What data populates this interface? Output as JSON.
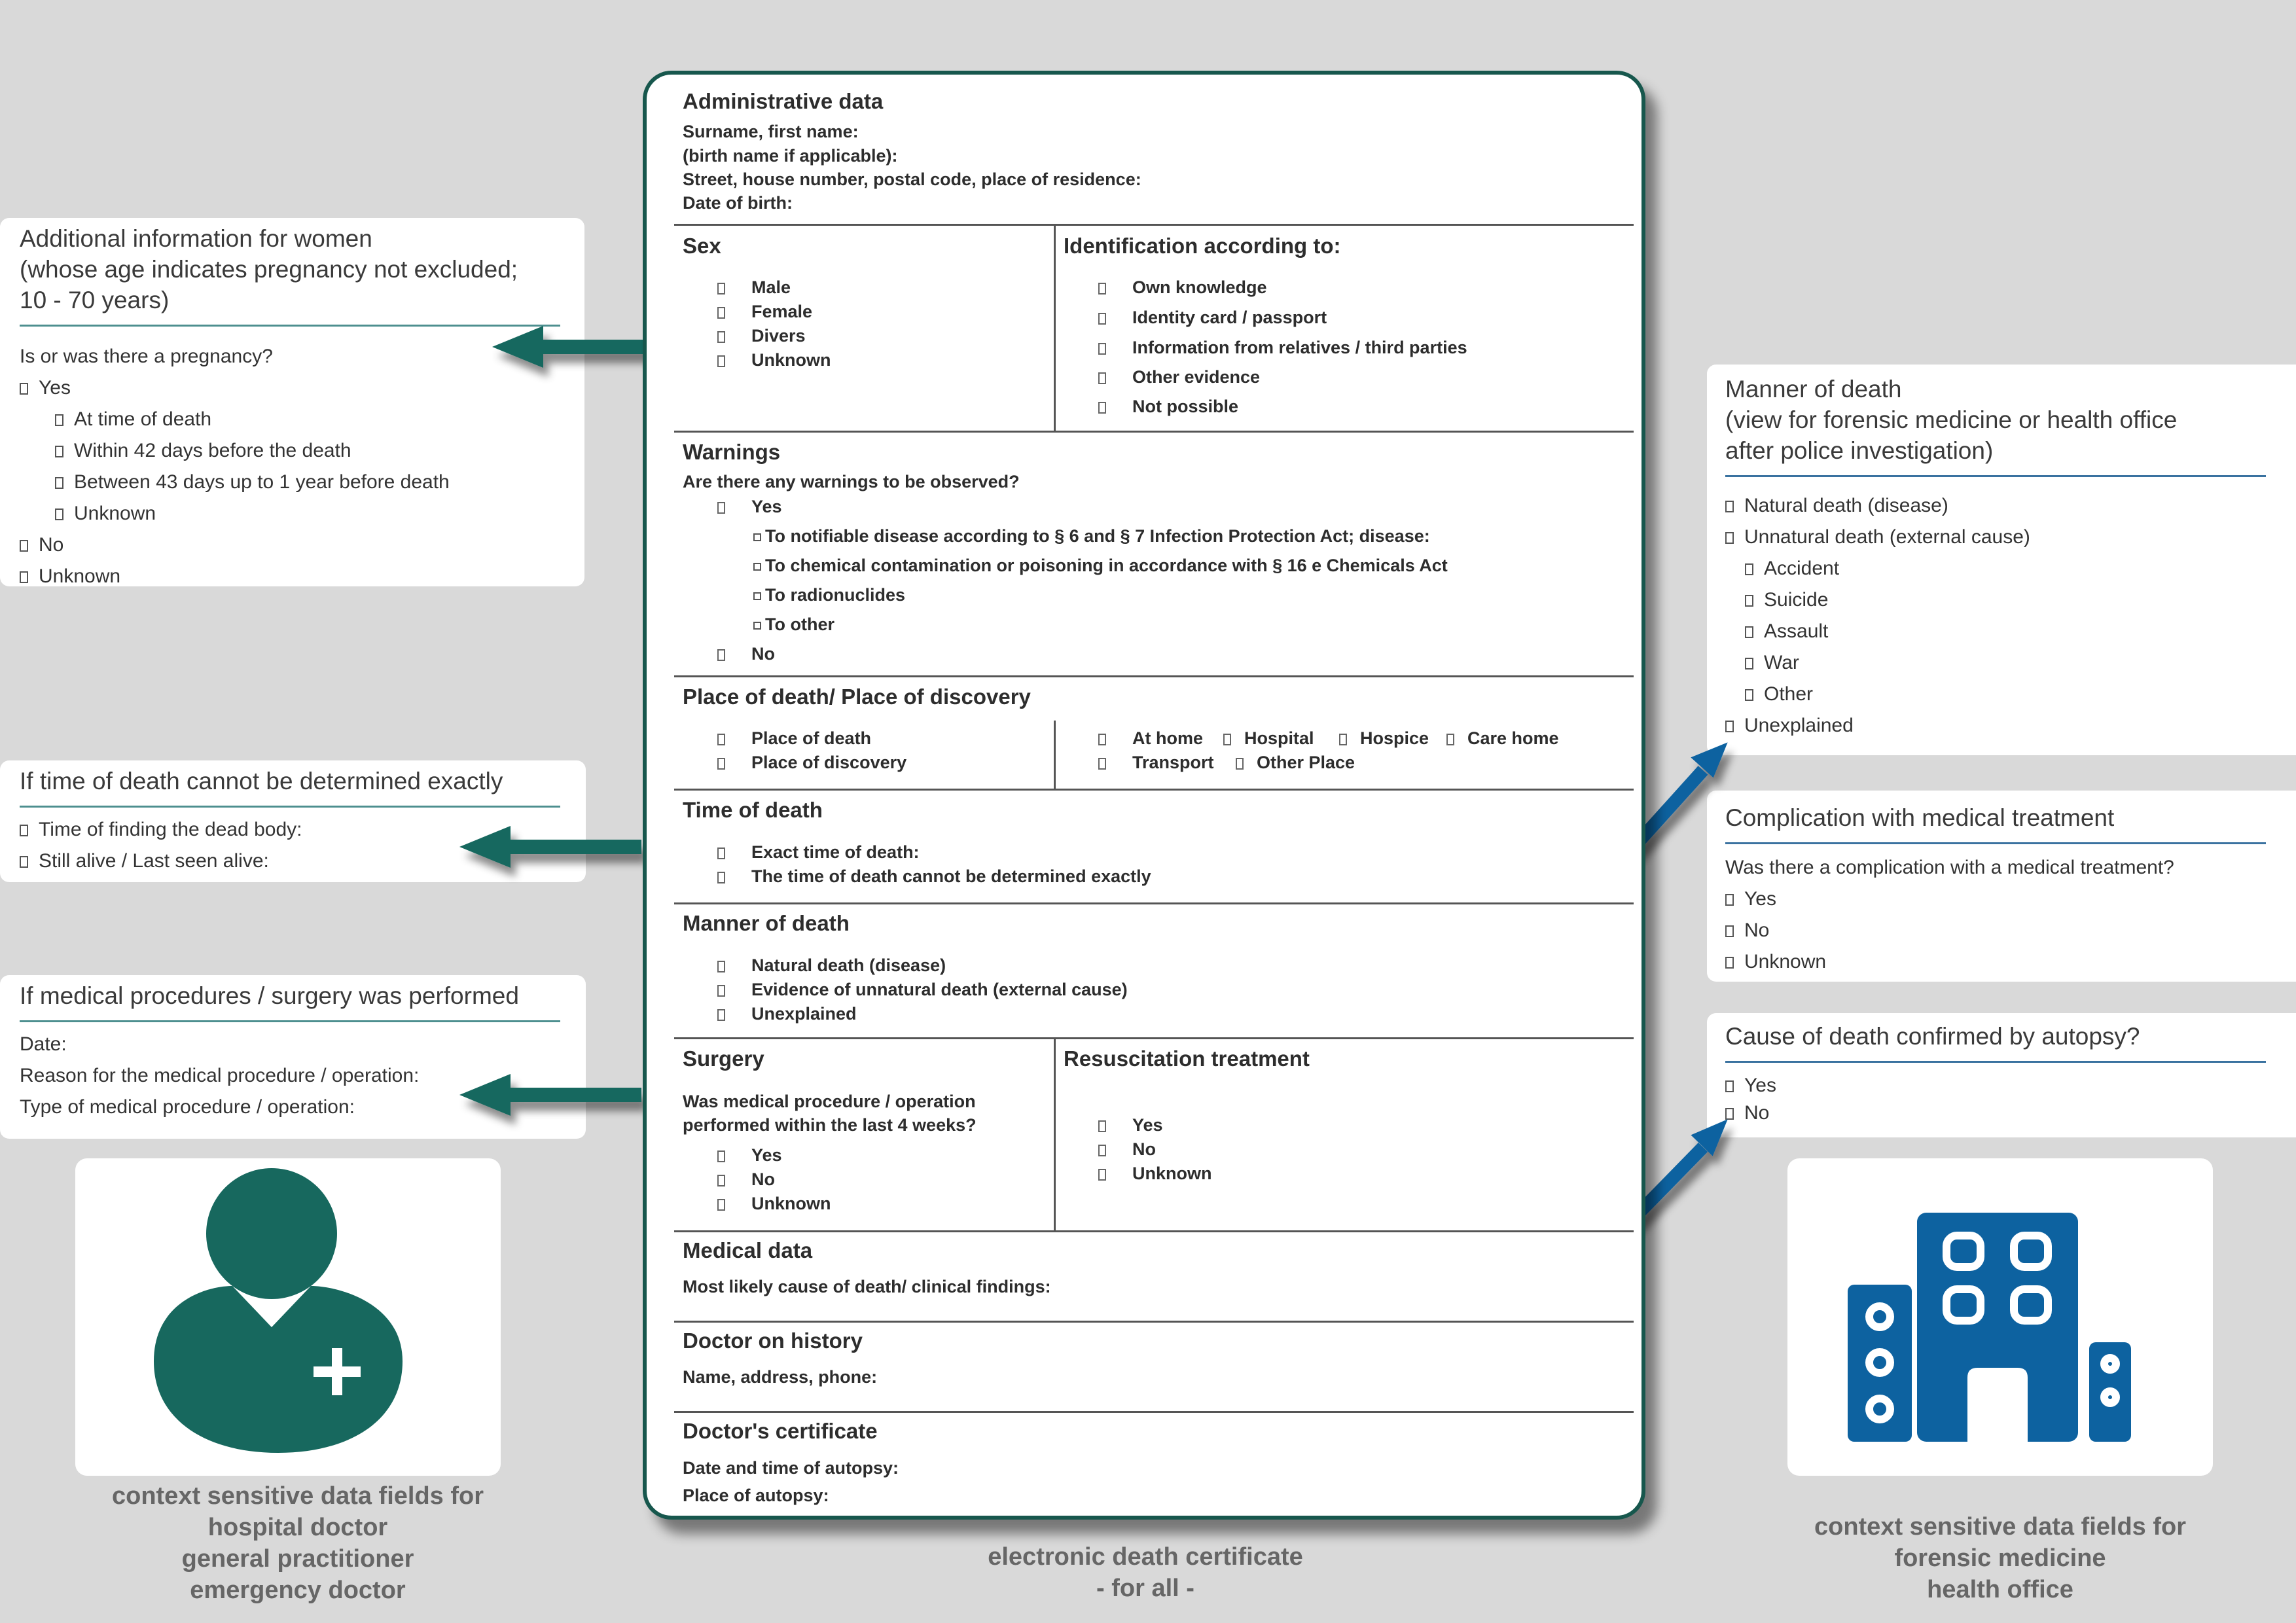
{
  "left_panels": {
    "women": {
      "title_lines": [
        "Additional information for women",
        "(whose age indicates pregnancy not excluded;",
        "10 - 70 years)"
      ],
      "question": "Is or was there a pregnancy?",
      "yes": "Yes",
      "sub": [
        "At time of death",
        "Within 42 days before the death",
        "Between 43 days up to 1 year before death",
        "Unknown"
      ],
      "no": "No",
      "unknown": "Unknown"
    },
    "time": {
      "title": "If time of death cannot be determined exactly",
      "items": [
        "Time of finding the dead body:",
        "Still alive / Last seen alive:"
      ]
    },
    "surgery": {
      "title": "If medical procedures / surgery was performed",
      "items": [
        "Date:",
        "Reason for the medical procedure / operation:",
        "Type of medical procedure / operation:"
      ]
    }
  },
  "right_panels": {
    "manner": {
      "title_lines": [
        "Manner of death",
        "(view for forensic medicine or health office",
        "after police investigation)"
      ],
      "natural": "Natural death (disease)",
      "unnatural": "Unnatural death (external cause)",
      "sub": [
        "Accident",
        "Suicide",
        "Assault",
        "War",
        "Other"
      ],
      "unexplained": "Unexplained"
    },
    "complication": {
      "title": "Complication with medical treatment",
      "question": "Was there a complication with a medical treatment?",
      "items": [
        "Yes",
        "No",
        "Unknown"
      ]
    },
    "autopsy": {
      "title": "Cause of death confirmed by autopsy?",
      "items": [
        "Yes",
        "No"
      ]
    }
  },
  "certificate": {
    "admin": {
      "title": "Administrative data",
      "lines": [
        "Surname, first name:",
        "(birth name if applicable):",
        "Street, house number, postal code, place of residence:",
        "Date of birth:"
      ]
    },
    "sex": {
      "title": "Sex",
      "items": [
        "Male",
        "Female",
        "Divers",
        "Unknown"
      ]
    },
    "identification": {
      "title": "Identification according to:",
      "items": [
        "Own knowledge",
        "Identity card / passport",
        "Information from relatives / third parties",
        "Other evidence",
        "Not possible"
      ]
    },
    "warnings": {
      "title": "Warnings",
      "question": "Are there any warnings to be observed?",
      "yes": "Yes",
      "sub": [
        "To notifiable disease according to § 6 and § 7 Infection Protection Act; disease:",
        "To chemical contamination or poisoning in accordance with § 16 e Chemicals Act",
        "To radionuclides",
        "To other"
      ],
      "no": "No"
    },
    "place": {
      "title": "Place of death/ Place of discovery",
      "left": [
        "Place of death",
        "Place of discovery"
      ],
      "row1": [
        "At home",
        "Hospital",
        "Hospice",
        "Care home"
      ],
      "row2": [
        "Transport",
        "Other Place"
      ]
    },
    "time": {
      "title": "Time of death",
      "items": [
        "Exact time of death:",
        "The time of death cannot be determined exactly"
      ]
    },
    "manner": {
      "title": "Manner of death",
      "items": [
        "Natural death (disease)",
        "Evidence of unnatural death (external cause)",
        "Unexplained"
      ]
    },
    "surgery": {
      "title": "Surgery",
      "question_lines": [
        "Was medical procedure / operation",
        "performed within the last 4 weeks?"
      ],
      "items": [
        "Yes",
        "No",
        "Unknown"
      ]
    },
    "resuscitation": {
      "title": "Resuscitation treatment",
      "items": [
        "Yes",
        "No",
        "Unknown"
      ]
    },
    "medical": {
      "title": "Medical data",
      "line": "Most likely cause of death/ clinical findings:"
    },
    "history": {
      "title": "Doctor on history",
      "line": "Name, address, phone:"
    },
    "cert": {
      "title": "Doctor's certificate",
      "lines": [
        "Date and time of autopsy:",
        "Place of autopsy:"
      ]
    }
  },
  "captions": {
    "left": [
      "context sensitive data fields for",
      "hospital doctor",
      "general practitioner",
      "emergency doctor"
    ],
    "center": [
      "electronic death certificate",
      "- for all -"
    ],
    "right": [
      "context sensitive data fields for",
      "forensic medicine",
      "health office"
    ]
  },
  "icons": {
    "left": "doctor-icon",
    "right": "hospital-building-icon"
  },
  "colors": {
    "teal": "#17685e",
    "blue": "#0d62a0",
    "background": "#d9d9d9"
  }
}
